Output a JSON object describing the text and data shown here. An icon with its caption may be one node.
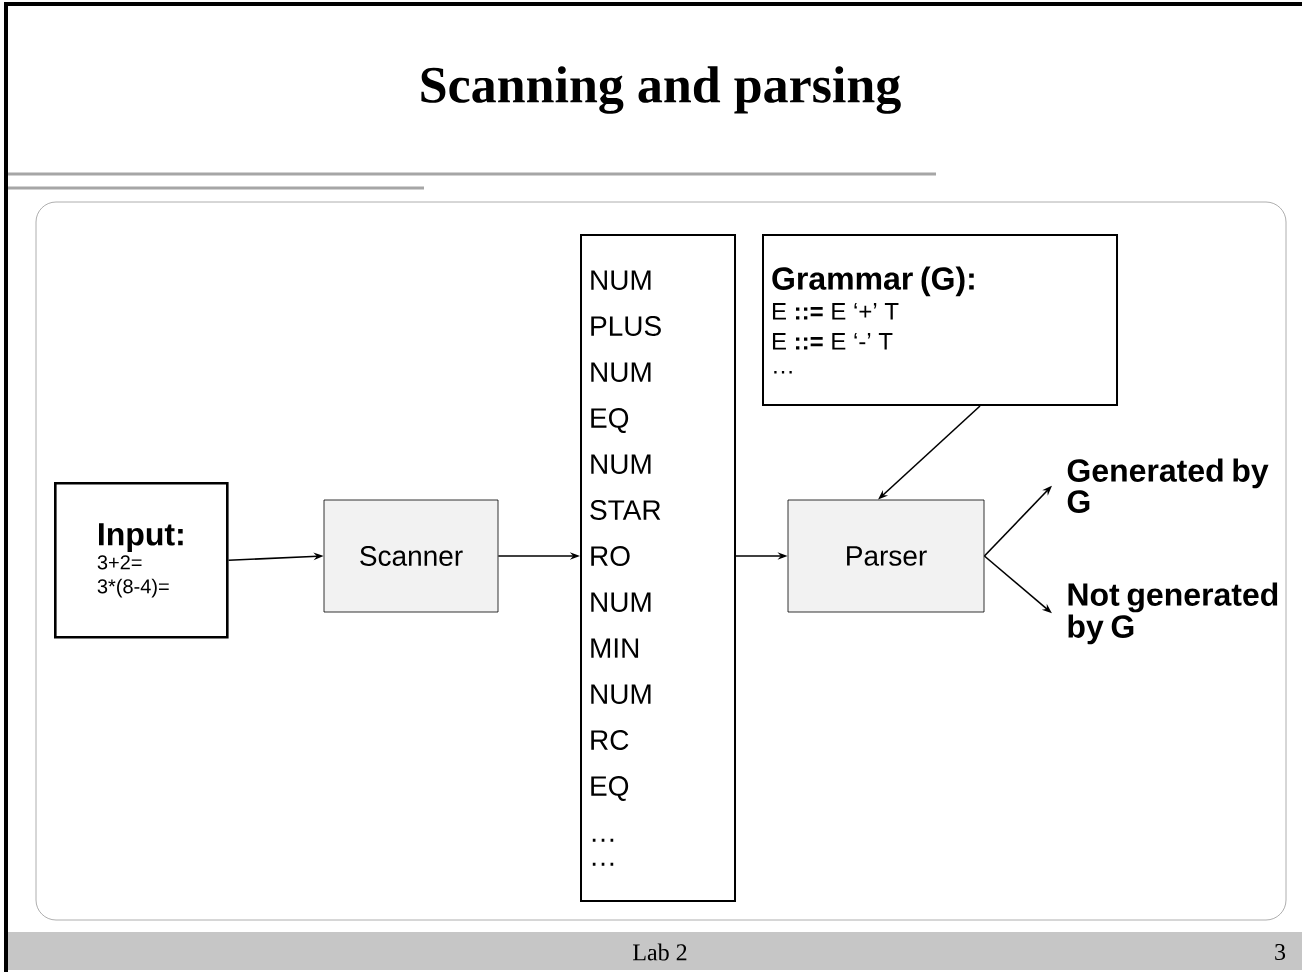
{
  "diagram": {
    "title": "Scanning and parsing",
    "nodes": [
      {
        "text": [
          "Input:",
          "3+2=",
          "3*(8-4)="
        ]
      },
      {
        "text": [
          "Scanner"
        ]
      },
      {
        "text": [
          "NUM",
          "PLUS",
          "NUM",
          "EQ",
          "NUM",
          "STAR",
          "RO",
          "NUM",
          "MIN",
          "NUM",
          "RC",
          "EQ",
          "…",
          "…"
        ]
      },
      {
        "text": [
          "Grammar (G):",
          "E **::=** E ‘+’ T",
          "E **::=** E ‘-’ T",
          "…"
        ]
      },
      {
        "text": [
          "Parser"
        ]
      },
      {
        "text": [
          "Generated by G"
        ]
      },
      {
        "text": [
          "Not generated by G"
        ]
      }
    ],
    "edges": [
      {
        "from": 0,
        "to": 1,
        "arrow": "to"
      },
      {
        "from": 1,
        "to": 2,
        "arrow": "to"
      },
      {
        "from": 2,
        "to": 4,
        "arrow": "to"
      },
      {
        "from": 3,
        "to": 4,
        "arrow": "to"
      },
      {
        "from": 4,
        "to": 5,
        "arrow": "to"
      },
      {
        "from": 4,
        "to": 6,
        "arrow": "to"
      }
    ],
    "labels": [
      "Lab 2",
      "3"
    ]
  }
}
